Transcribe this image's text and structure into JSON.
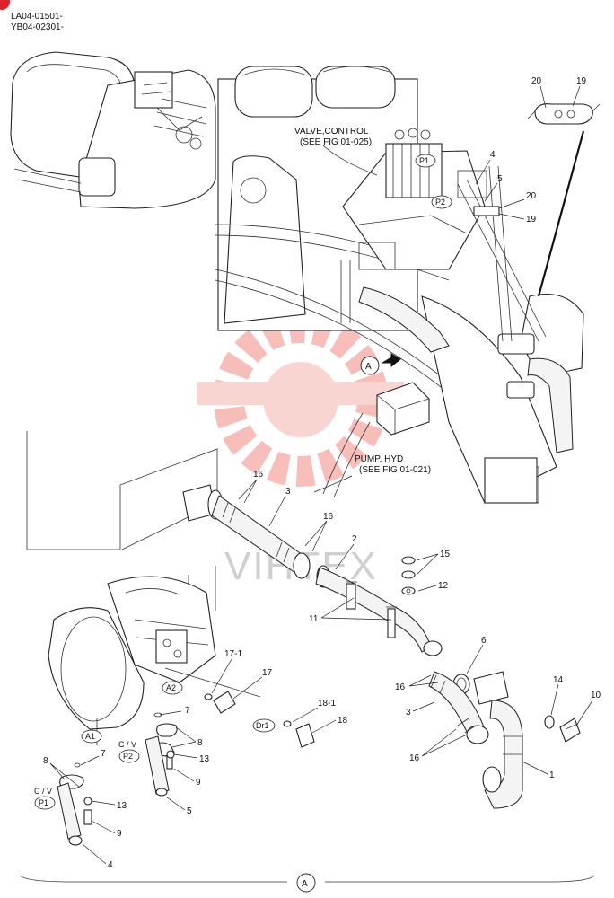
{
  "header": {
    "serial_1": "LA04-01501-",
    "serial_2": "YB04-02301-"
  },
  "references": {
    "valve_control_1": "VALVE,CONTROL",
    "valve_control_2": "(SEE FIG 01-025)",
    "pump_hyd_1": "PUMP, HYD",
    "pump_hyd_2": "(SEE FIG 01-021)"
  },
  "ports": {
    "p1_top": "P1",
    "p2_top": "P2",
    "a1": "A1",
    "a2": "A2",
    "dr1": "Dr1",
    "p2_bottom": "P2",
    "p1_bottom": "P1",
    "cv_1": "C / V",
    "cv_2": "C / V"
  },
  "view_markers": {
    "a_arrow": "A",
    "a_bottom": "A"
  },
  "watermark": {
    "text": "VIHTEX"
  },
  "callouts": {
    "c20_top": "20",
    "c19_top": "19",
    "c4_top": "4",
    "c5_top": "5",
    "c20_mid": "20",
    "c19_mid": "19",
    "c16_a": "16",
    "c3_a": "3",
    "c16_b": "16",
    "c2": "2",
    "c15": "15",
    "c12": "12",
    "c11": "11",
    "c6": "6",
    "c16_c": "16",
    "c3_b": "3",
    "c16_d": "16",
    "c14": "14",
    "c10": "10",
    "c1": "1",
    "c17_1": "17-1",
    "c17": "17",
    "c18_1": "18-1",
    "c18": "18",
    "c7_a": "7",
    "c7_b": "7",
    "c8_a": "8",
    "c13_a": "13",
    "c9_a": "9",
    "c5_bot": "5",
    "c8_b": "8",
    "c13_b": "13",
    "c9_b": "9",
    "c4_bot": "4"
  }
}
